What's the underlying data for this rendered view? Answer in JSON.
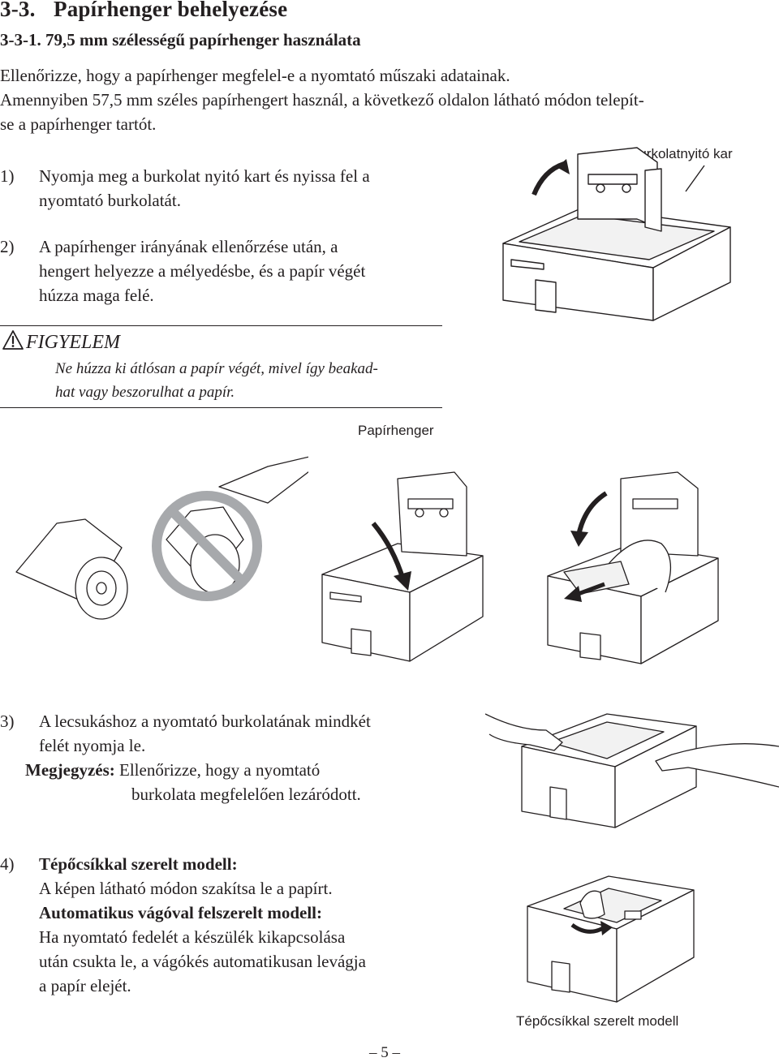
{
  "section": {
    "number": "3-3.",
    "title": "Papírhenger behelyezése"
  },
  "subsection": {
    "title": "3-3-1. 79,5 mm szélességű papírhenger használata"
  },
  "intro": {
    "lines": [
      "Ellenőrizze, hogy a papírhenger megfelel-e a nyomtató műszaki adatainak.",
      "Amennyiben 57,5 mm széles papírhengert használ, a következő oldalon látható módon telepít-",
      "se a papírhenger tartót."
    ]
  },
  "steps": [
    {
      "number": "1)",
      "lines": [
        "Nyomja meg a burkolat nyitó kart és nyissa fel a",
        "nyomtató burkolatát."
      ]
    },
    {
      "number": "2)",
      "lines": [
        "A papírhenger irányának ellenőrzése után, a",
        "hengert helyezze a mélyedésbe, és a papír végét",
        "húzza maga felé."
      ]
    },
    {
      "number": "3)",
      "lines": [
        "A lecsukáshoz a nyomtató burkolatának mindkét",
        "felét nyomja le."
      ],
      "note_label": "Megjegyzés:",
      "note_lines": [
        "Ellenőrizze, hogy a nyomtató",
        "burkolata megfelelően lezáródott."
      ]
    },
    {
      "number": "4)",
      "model1_title": "Tépőcsíkkal szerelt modell:",
      "model1_text": "A képen látható módon szakítsa le a papírt.",
      "model2_title": "Automatikus vágóval felszerelt modell:",
      "model2_lines": [
        "Ha nyomtató fedelét a készülék kikapcsolása",
        "után csukta le, a vágókés automatikusan levágja",
        "a papír elejét."
      ]
    }
  ],
  "warning": {
    "title": "FIGYELEM",
    "lines": [
      "Ne húzza ki átlósan a papír végét, mivel így beakad-",
      "hat vagy beszorulhat a papír."
    ]
  },
  "labels": {
    "cover_lever": "Burkolatnyitó kar",
    "paper_roll": "Papírhenger",
    "tear_bar_model": "Tépőcsíkkal szerelt modell"
  },
  "page_number": "– 5 –",
  "icons": [
    "warning-triangle-icon",
    "prohibited-sign-icon"
  ],
  "colors": {
    "text": "#231f20",
    "prohibited_sign": "#a7a9ac"
  }
}
